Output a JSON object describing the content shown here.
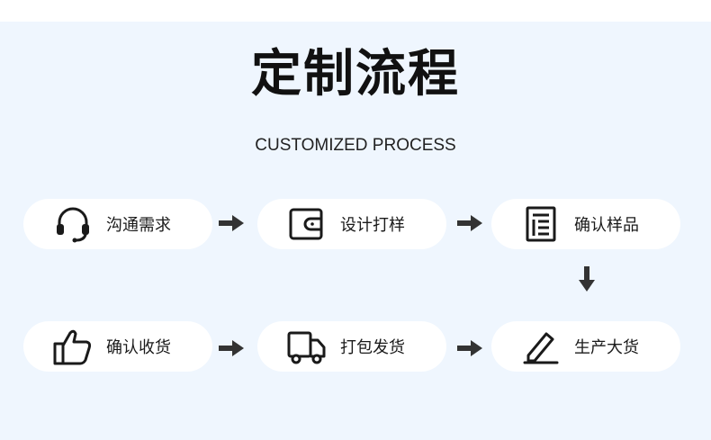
{
  "header": {
    "title": "定制流程",
    "subtitle": "CUSTOMIZED PROCESS"
  },
  "steps": [
    {
      "label": "沟通需求",
      "icon": "headset-icon"
    },
    {
      "label": "设计打样",
      "icon": "wallet-icon"
    },
    {
      "label": "确认样品",
      "icon": "document-icon"
    },
    {
      "label": "生产大货",
      "icon": "pencil-icon"
    },
    {
      "label": "打包发货",
      "icon": "truck-icon"
    },
    {
      "label": "确认收货",
      "icon": "thumbs-up-icon"
    }
  ],
  "colors": {
    "background": "#eff6fe",
    "highlight": "#bfd9f7",
    "card": "#ffffff",
    "text": "#1a1a1a",
    "arrow": "#333333"
  }
}
